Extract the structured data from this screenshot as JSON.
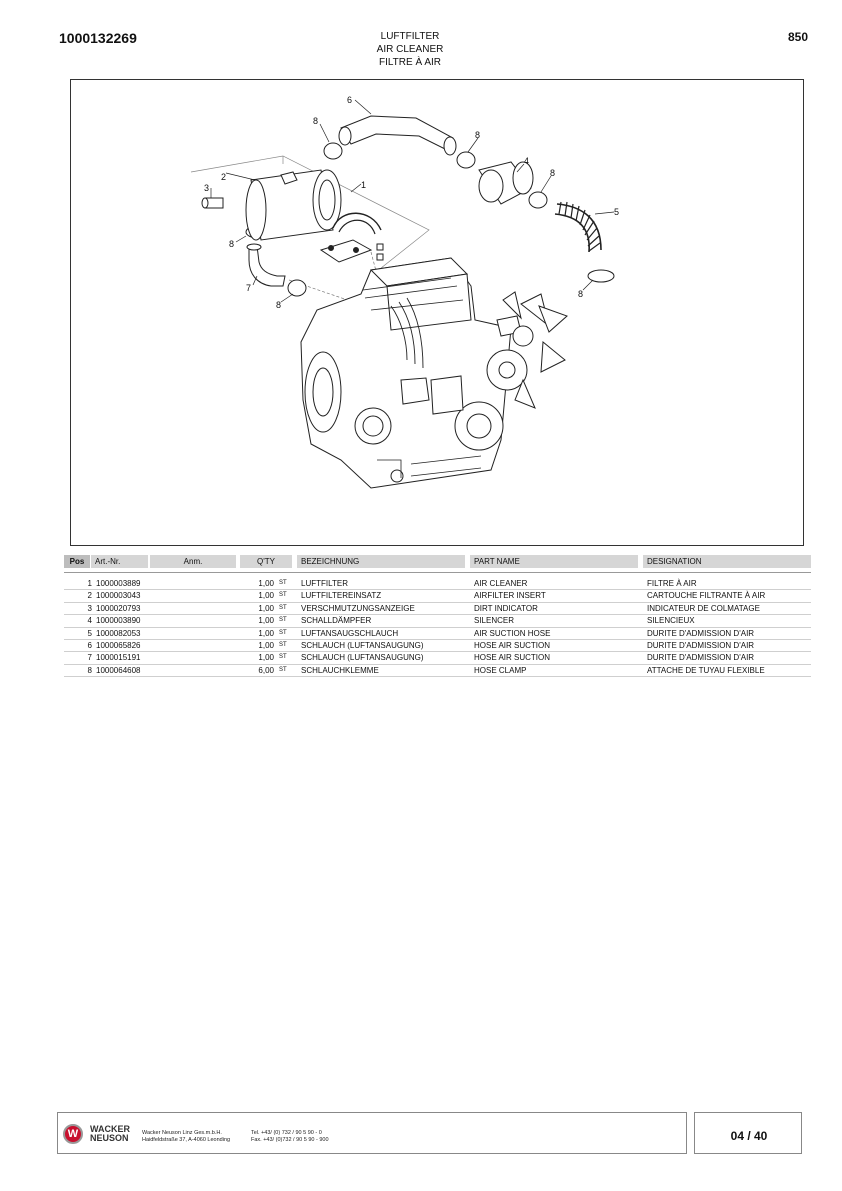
{
  "header": {
    "part_number": "1000132269",
    "title_de": "LUFTFILTER",
    "title_en": "AIR CLEANER",
    "title_fr": "FILTRE À AIR",
    "code": "850"
  },
  "figure": {
    "callouts": [
      "1",
      "2",
      "3",
      "4",
      "5",
      "6",
      "7",
      "8"
    ]
  },
  "table": {
    "headers": {
      "pos": "Pos",
      "art": "Art.-Nr.",
      "anm": "Anm.",
      "qty": "Q'TY",
      "bez": "BEZEICHNUNG",
      "part": "PART NAME",
      "des": "DESIGNATION"
    },
    "rows": [
      {
        "pos": "1",
        "art": "1000003889",
        "qty": "1,00",
        "unit": "ST",
        "de": "LUFTFILTER",
        "en": "AIR CLEANER",
        "fr": "FILTRE À AIR"
      },
      {
        "pos": "2",
        "art": "1000003043",
        "qty": "1,00",
        "unit": "ST",
        "de": "LUFTFILTEREINSATZ",
        "en": "AIRFILTER INSERT",
        "fr": "CARTOUCHE FILTRANTE À AIR"
      },
      {
        "pos": "3",
        "art": "1000020793",
        "qty": "1,00",
        "unit": "ST",
        "de": "VERSCHMUTZUNGSANZEIGE",
        "en": "DIRT INDICATOR",
        "fr": "INDICATEUR DE COLMATAGE"
      },
      {
        "pos": "4",
        "art": "1000003890",
        "qty": "1,00",
        "unit": "ST",
        "de": "SCHALLDÄMPFER",
        "en": "SILENCER",
        "fr": "SILENCIEUX"
      },
      {
        "pos": "5",
        "art": "1000082053",
        "qty": "1,00",
        "unit": "ST",
        "de": "LUFTANSAUGSCHLAUCH",
        "en": "AIR SUCTION HOSE",
        "fr": "DURITE D'ADMISSION D'AIR"
      },
      {
        "pos": "6",
        "art": "1000065826",
        "qty": "1,00",
        "unit": "ST",
        "de": "SCHLAUCH (LUFTANSAUGUNG)",
        "en": "HOSE AIR SUCTION",
        "fr": "DURITE D'ADMISSION D'AIR"
      },
      {
        "pos": "7",
        "art": "1000015191",
        "qty": "1,00",
        "unit": "ST",
        "de": "SCHLAUCH (LUFTANSAUGUNG)",
        "en": "HOSE AIR SUCTION",
        "fr": "DURITE D'ADMISSION D'AIR"
      },
      {
        "pos": "8",
        "art": "1000064608",
        "qty": "6,00",
        "unit": "ST",
        "de": "SCHLAUCHKLEMME",
        "en": "HOSE CLAMP",
        "fr": "ATTACHE  DE TUYAU FLEXIBLE"
      }
    ]
  },
  "footer": {
    "brand_line1": "WACKER",
    "brand_line2": "NEUSON",
    "company": "Wacker Neuson Linz  Ges.m.b.H.",
    "address": "Haidfeldstraße 37, A-4060 Leonding",
    "tel": "Tel. +43/ (0) 732 / 90 5 90 - 0",
    "fax": "Fax. +43/ (0)732 / 90 5 90 - 900",
    "page": "04 / 40"
  },
  "colors": {
    "logo_red": "#c8102e",
    "header_gray": "#d6d6d6",
    "pos_header_gray": "#bdbdbd"
  }
}
